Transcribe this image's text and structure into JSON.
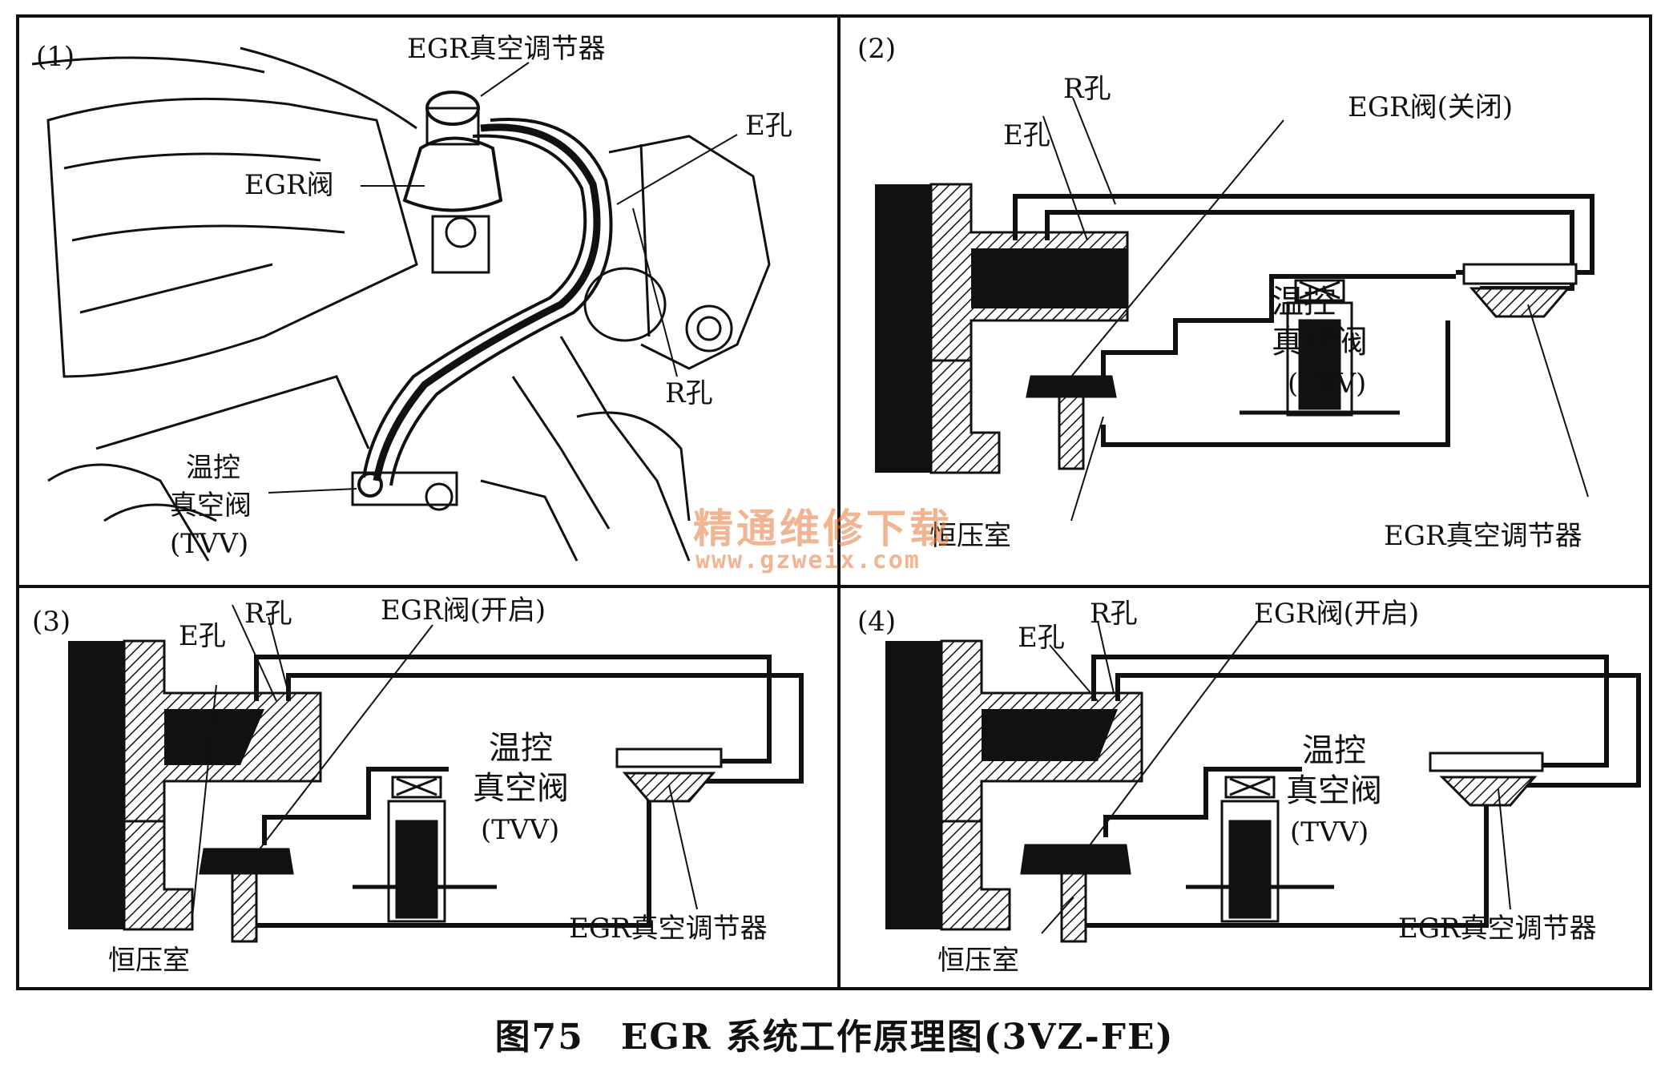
{
  "panels": {
    "p1": {
      "number": "(1)",
      "labels": {
        "egr_vacuum_regulator": "EGR真空调节器",
        "egr_valve": "EGR阀",
        "e_port": "E孔",
        "r_port": "R孔",
        "tvv_line1": "温控",
        "tvv_line2": "真空阀",
        "tvv_line3": "(TVV)"
      }
    },
    "p2": {
      "number": "(2)",
      "labels": {
        "r_port": "R孔",
        "e_port": "E孔",
        "egr_valve": "EGR阀(关闭)",
        "tvv_line1": "温控",
        "tvv_line2": "真空阀",
        "tvv_line3": "(TVV)",
        "constant_pressure_chamber": "恒压室",
        "egr_vacuum_regulator": "EGR真空调节器"
      }
    },
    "p3": {
      "number": "(3)",
      "labels": {
        "e_port": "E孔",
        "r_port": "R孔",
        "egr_valve": "EGR阀(开启)",
        "tvv_line1": "温控",
        "tvv_line2": "真空阀",
        "tvv_line3": "(TVV)",
        "constant_pressure_chamber": "恒压室",
        "egr_vacuum_regulator": "EGR真空调节器"
      }
    },
    "p4": {
      "number": "(4)",
      "labels": {
        "e_port": "E孔",
        "r_port": "R孔",
        "egr_valve": "EGR阀(开启)",
        "tvv_line1": "温控",
        "tvv_line2": "真空阀",
        "tvv_line3": "(TVV)",
        "constant_pressure_chamber": "恒压室",
        "egr_vacuum_regulator": "EGR真空调节器"
      }
    }
  },
  "watermark": {
    "line1": "精通维修下载",
    "line2": "www.gzweix.com"
  },
  "caption": "图75　EGR 系统工作原理图(3VZ-FE)"
}
